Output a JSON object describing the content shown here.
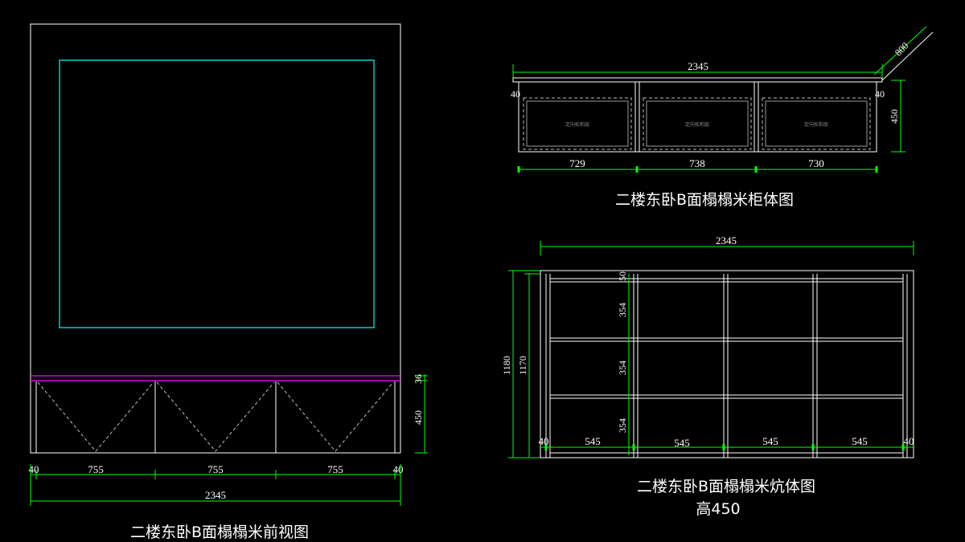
{
  "colors": {
    "background": "#000000",
    "outline": "#ffffff",
    "dimension": "#00ff00",
    "inner_panel": "#00ffff",
    "trim": "#ff00ff"
  },
  "front_view": {
    "caption": "二楼东卧B面榻榻米前视图",
    "widths": [
      "40",
      "755",
      "755",
      "755",
      "40"
    ],
    "total_width": "2345",
    "right_dims": [
      "36",
      "450"
    ]
  },
  "cabinet_view": {
    "caption": "二楼东卧B面榻榻米柜体图",
    "total_width": "2345",
    "depth": "800",
    "height": "450",
    "side_left": "40",
    "side_right": "40",
    "bays": [
      "729",
      "738",
      "730"
    ],
    "drawer_label": "定向松柏层"
  },
  "platform_view": {
    "caption": "二楼东卧B面榻榻米炕体图",
    "subcaption": "高450",
    "total_width": "2345",
    "outer_height": "1180",
    "inner_height": "1170",
    "rows": [
      "50",
      "354",
      "354",
      "354"
    ],
    "bay_widths": [
      "40",
      "545",
      "545",
      "545",
      "545",
      "40"
    ]
  }
}
